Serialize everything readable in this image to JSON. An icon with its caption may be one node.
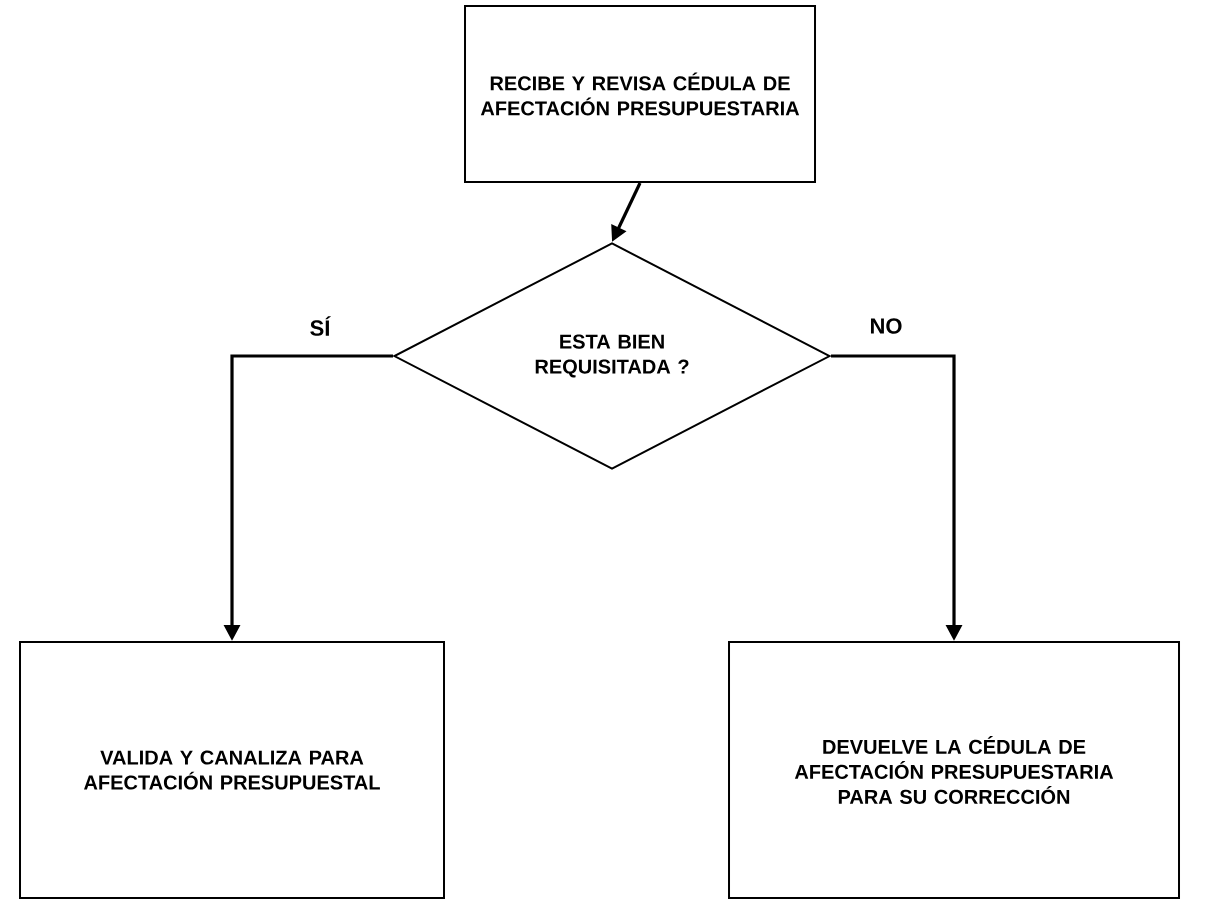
{
  "diagram": {
    "nodes": [
      {
        "text": [
          "RECIBE Y REVISA CÉDULA DE AFECTACIÓN PRESUPUESTARIA"
        ]
      },
      {
        "text": [
          "ESTA BIEN REQUISITADA ?"
        ]
      },
      {
        "text": [
          "VALIDA Y CANALIZA PARA AFECTACIÓN PRESUPUESTAL"
        ]
      },
      {
        "text": [
          "DEVUELVE LA CÉDULA DE AFECTACIÓN PRESUPUESTARIA PARA SU CORRECCIÓN"
        ]
      }
    ],
    "edges": [
      {
        "from": 0,
        "to": 1,
        "arrow": "to"
      },
      {
        "from": 1,
        "to": 2,
        "arrow": "to",
        "label": "SÍ"
      },
      {
        "from": 1,
        "to": 3,
        "arrow": "to",
        "label": "NO"
      }
    ]
  }
}
